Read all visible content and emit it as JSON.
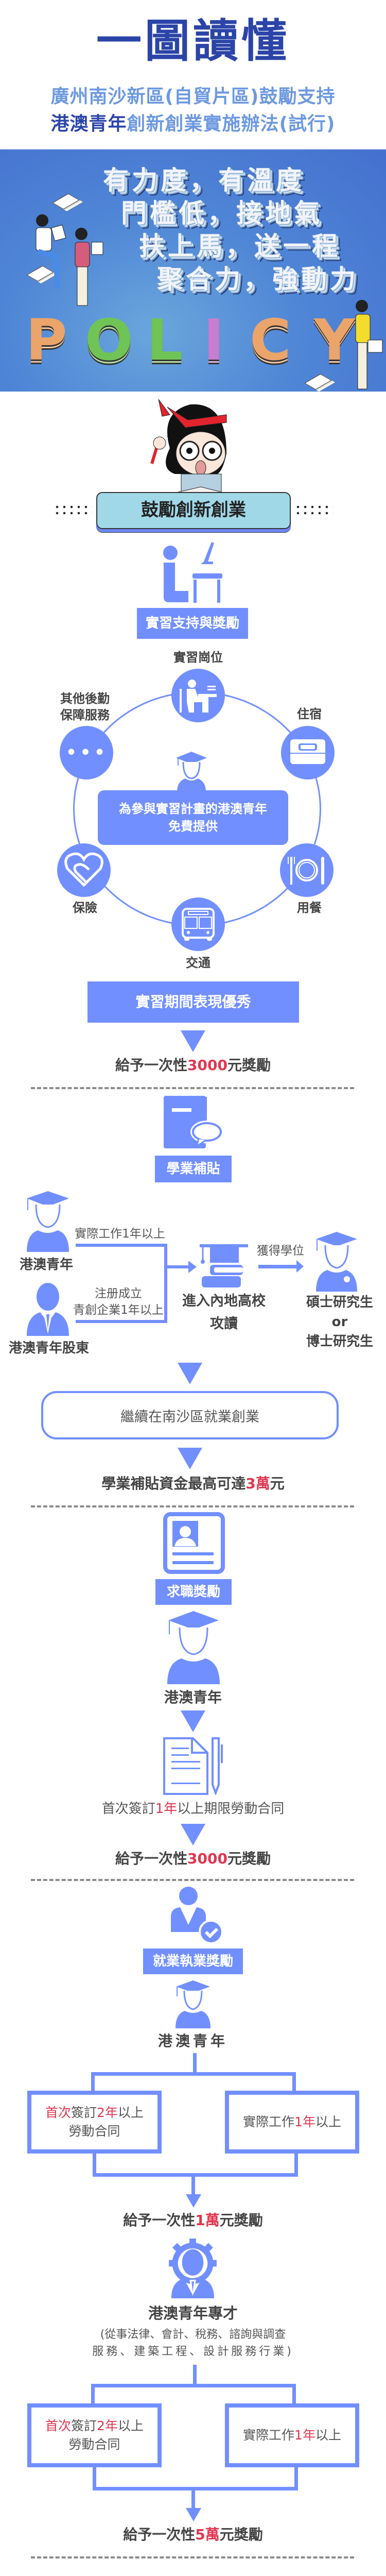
{
  "header": {
    "title": "一圖讀懂",
    "subtitle_line1": "廣州南沙新區(自貿片區)鼓勵支持",
    "subtitle_line2_dark": "港澳青年",
    "subtitle_line2_light": "創新創業實施辦法(試行)"
  },
  "hero": {
    "slogan_lines": [
      "有力度，有溫度",
      "門檻低，接地氣",
      "扶上馬，送一程",
      "聚合力，強動力"
    ],
    "letters": [
      "P",
      "O",
      "L",
      "I",
      "C",
      "Y"
    ]
  },
  "section_banner": "鼓勵創新創業",
  "internship": {
    "label": "實習支持與獎勵",
    "items": {
      "post": "實習崗位",
      "housing": "住宿",
      "meals": "用餐",
      "transport": "交通",
      "insurance": "保險",
      "other_line1": "其他後勤",
      "other_line2": "保障服務"
    },
    "center_line1": "為參與實習計畫的港澳青年",
    "center_line2": "免費提供",
    "condition": "實習期間表現優秀",
    "reward": {
      "pre": "給予一次性",
      "hl": "3000",
      "post": "元獎勵"
    }
  },
  "study": {
    "label": "學業補貼",
    "youth": "港澳青年",
    "shareholder": "港澳青年股東",
    "path1": "實際工作1年以上",
    "path2_line1": "注册成立",
    "path2_line2": "青創企業1年以上",
    "school_line1": "進入內地高校",
    "school_line2": "攻讀",
    "degree": "獲得學位",
    "master": "碩士研究生",
    "or": "or",
    "phd": "博士研究生",
    "continue": "繼續在南沙區就業創業",
    "reward": {
      "pre": "學業補貼資金最高可達",
      "hl": "3萬",
      "post": "元"
    }
  },
  "job": {
    "label": "求職獎勵",
    "youth": "港澳青年",
    "contract": {
      "pre": "首次簽訂",
      "hl": "1年",
      "post": "以上期限勞動合同"
    },
    "reward": {
      "pre": "給予一次性",
      "hl": "3000",
      "post": "元獎勵"
    }
  },
  "employment": {
    "label": "就業執業獎勵",
    "youth": "港澳青年",
    "left": {
      "hl1": "首次",
      "mid": "簽訂",
      "hl2": "2年",
      "post": "以上",
      "line2": "勞動合同"
    },
    "right": {
      "pre": "實際工作",
      "hl": "1年",
      "post": "以上"
    },
    "reward": {
      "pre": "給予一次性",
      "hl": "1萬",
      "post": "元獎勵"
    },
    "talent": "港澳青年專才",
    "talent_desc_line1": "(從事法律、會計、稅務、諮詢與調查",
    "talent_desc_line2": "服務、建築工程、設計服務行業)",
    "left2": {
      "hl1": "首次",
      "mid": "簽訂",
      "hl2": "2年",
      "post": "以上",
      "line2": "勞動合同"
    },
    "right2": {
      "pre": "實際工作",
      "hl": "1年",
      "post": "以上"
    },
    "reward2": {
      "pre": "給予一次性",
      "hl": "5萬",
      "post": "元獎勵"
    }
  },
  "colors": {
    "accent": "#718fff",
    "title": "#2b44a8",
    "highlight": "#e0354f",
    "hero_bg": "#4470cf"
  }
}
